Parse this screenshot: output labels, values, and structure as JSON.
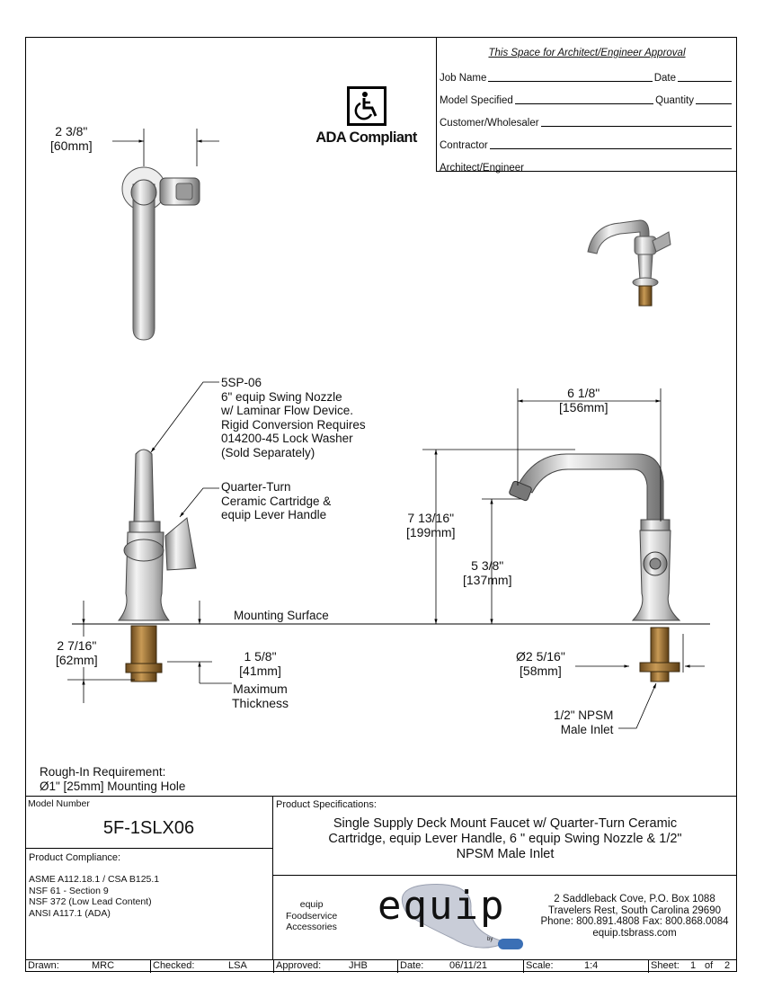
{
  "approval": {
    "title": "This Space for Architect/Engineer Approval",
    "job_name": "Job Name",
    "date": "Date",
    "model_specified": "Model Specified",
    "quantity": "Quantity",
    "customer": "Customer/Wholesaler",
    "contractor": "Contractor",
    "architect": "Architect/Engineer"
  },
  "ada": {
    "label": "ADA Compliant",
    "icon": "wheelchair-icon"
  },
  "dims": {
    "top_width_frac": "2 3/8\"",
    "top_width_mm": "[60mm]",
    "reach_frac": "6 1/8\"",
    "reach_mm": "[156mm]",
    "height_frac": "7 13/16\"",
    "height_mm": "[199mm]",
    "spout_frac": "5 3/8\"",
    "spout_mm": "[137mm]",
    "shank_frac": "2 7/16\"",
    "shank_mm": "[62mm]",
    "thickness_frac": "1 5/8\"",
    "thickness_mm": "[41mm]",
    "thickness_label_1": "Maximum",
    "thickness_label_2": "Thickness",
    "flange_frac": "Ø2 5/16\"",
    "flange_mm": "[58mm]"
  },
  "notes": {
    "nozzle": [
      "5SP-06",
      "6\" equip Swing Nozzle",
      "w/ Laminar Flow Device.",
      "Rigid Conversion Requires",
      "014200-45 Lock Washer",
      "(Sold Separately)"
    ],
    "cartridge": [
      "Quarter-Turn",
      "Ceramic Cartridge &",
      "equip Lever Handle"
    ],
    "mounting_surface": "Mounting Surface",
    "inlet": [
      "1/2\" NPSM",
      "Male Inlet"
    ],
    "rough_in_1": "Rough-In Requirement:",
    "rough_in_2": "Ø1\" [25mm] Mounting Hole"
  },
  "title_block": {
    "model_number_label": "Model Number",
    "model_number": "5F-1SLX06",
    "compliance_label": "Product Compliance:",
    "compliance": [
      "ASME A112.18.1 / CSA B125.1",
      "NSF 61 - Section 9",
      "NSF 372 (Low Lead Content)",
      "ANSI A117.1 (ADA)"
    ],
    "spec_label": "Product Specifications:",
    "spec_lines": [
      "Single Supply Deck Mount Faucet w/ Quarter-Turn Ceramic",
      "Cartridge, equip Lever Handle, 6 \" equip Swing Nozzle & 1/2\"",
      "NPSM Male Inlet"
    ],
    "brand_lines": [
      "equip",
      "Foodservice",
      "Accessories"
    ],
    "logo_text": "equip",
    "logo_by": "by",
    "address": [
      "2 Saddleback Cove, P.O. Box 1088",
      "Travelers Rest, South Carolina 29690",
      "Phone: 800.891.4808  Fax: 800.868.0084",
      "equip.tsbrass.com"
    ],
    "drawn_label": "Drawn:",
    "drawn": "MRC",
    "checked_label": "Checked:",
    "checked": "LSA",
    "approved_label": "Approved:",
    "approved": "JHB",
    "date_label": "Date:",
    "date": "06/11/21",
    "scale_label": "Scale:",
    "scale": "1:4",
    "sheet_label": "Sheet:",
    "sheet": "1",
    "of_label": "of",
    "sheet_total": "2"
  }
}
